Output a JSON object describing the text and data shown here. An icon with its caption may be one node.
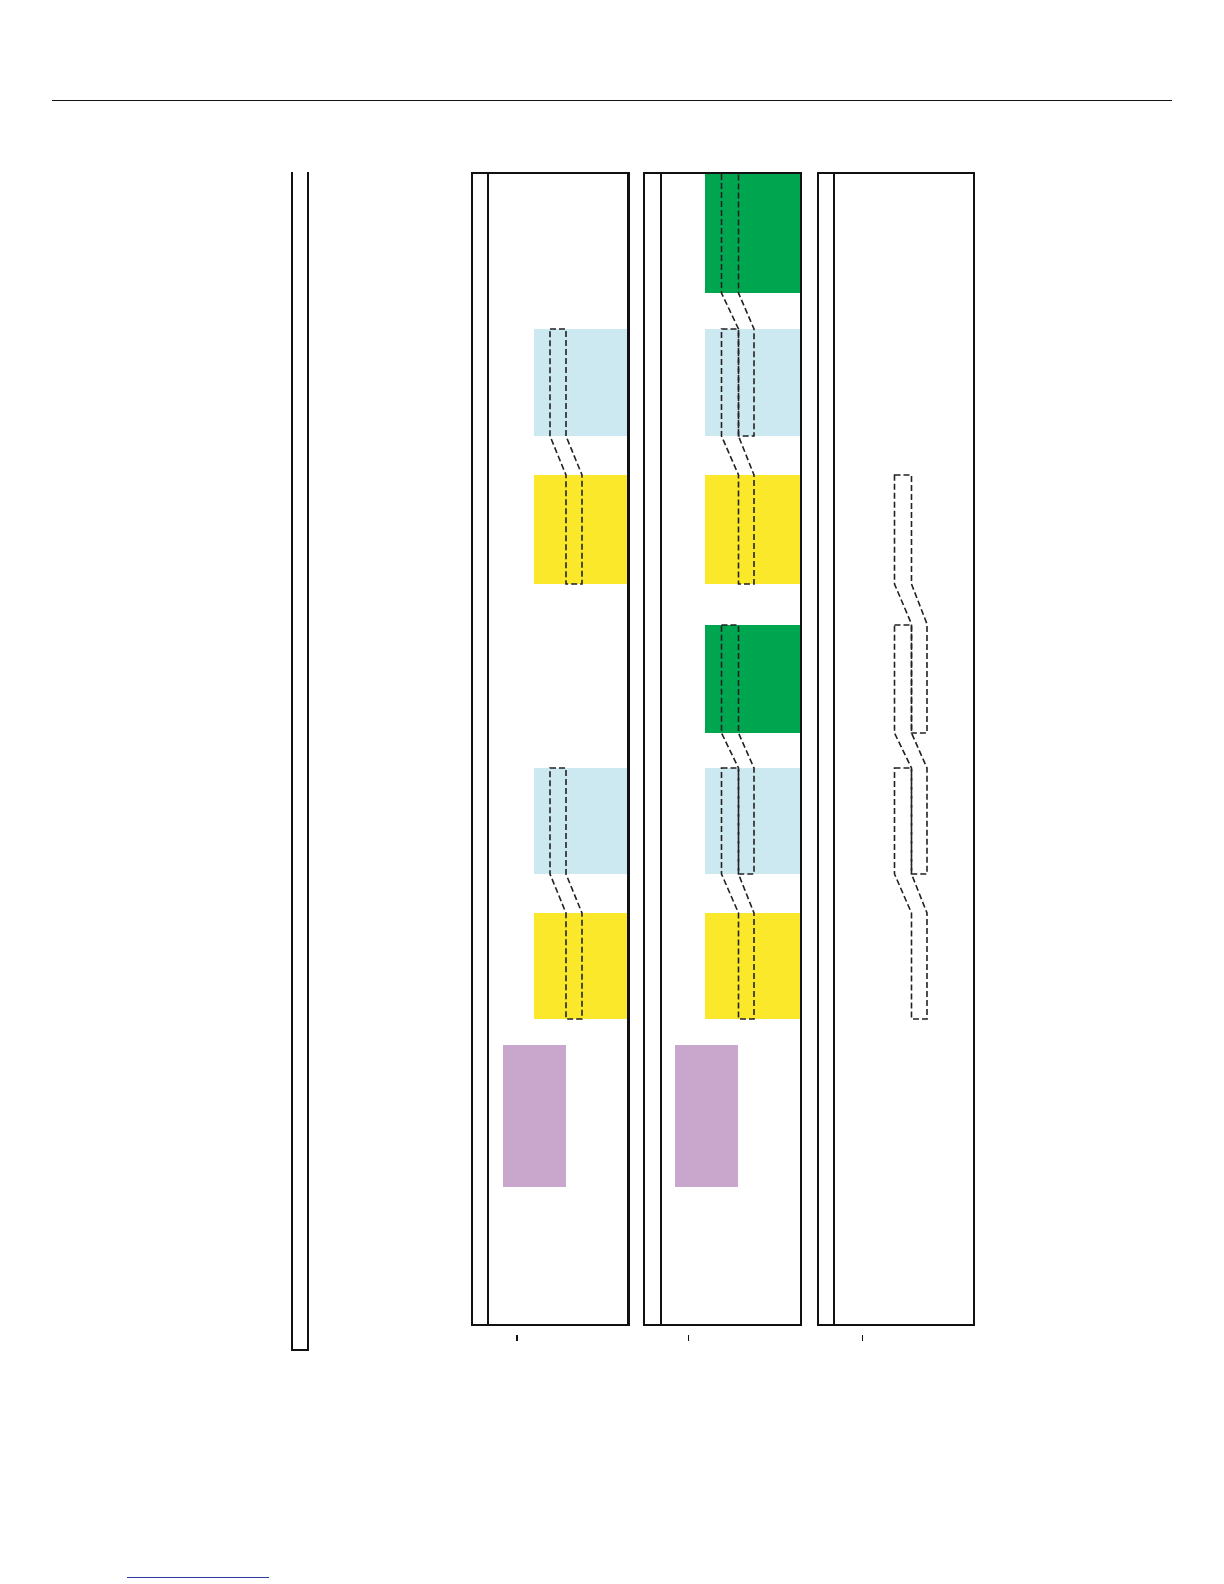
{
  "diagram": {
    "nodes": [
      {
        "text": [],
        "shape": "box"
      },
      {
        "text": [],
        "shape": "box"
      },
      {
        "text": [],
        "shape": "box"
      },
      {
        "text": [],
        "shape": "box"
      },
      {
        "text": [],
        "shape": "bar",
        "in": 1
      },
      {
        "text": [],
        "shape": "bar",
        "in": 1
      },
      {
        "text": [],
        "shape": "bar",
        "in": 1
      },
      {
        "text": [],
        "shape": "bar",
        "in": 1
      },
      {
        "text": [],
        "shape": "bar",
        "in": 1
      },
      {
        "text": [],
        "shape": "outline",
        "in": 1
      },
      {
        "text": [],
        "shape": "outline",
        "in": 1
      },
      {
        "text": [],
        "shape": "bar",
        "in": 2
      },
      {
        "text": [],
        "shape": "bar",
        "in": 2
      },
      {
        "text": [],
        "shape": "bar",
        "in": 2
      },
      {
        "text": [],
        "shape": "bar",
        "in": 2
      },
      {
        "text": [],
        "shape": "bar",
        "in": 2
      },
      {
        "text": [],
        "shape": "bar",
        "in": 2
      },
      {
        "text": [],
        "shape": "bar",
        "in": 2
      },
      {
        "text": [],
        "shape": "outline",
        "in": 2
      },
      {
        "text": [],
        "shape": "outline",
        "in": 2
      },
      {
        "text": [],
        "shape": "outline",
        "in": 2
      },
      {
        "text": [],
        "shape": "outline",
        "in": 2
      },
      {
        "text": [],
        "shape": "outline",
        "in": 3
      },
      {
        "text": [],
        "shape": "outline",
        "in": 3
      },
      {
        "text": [],
        "shape": "outline",
        "in": 3
      }
    ]
  }
}
